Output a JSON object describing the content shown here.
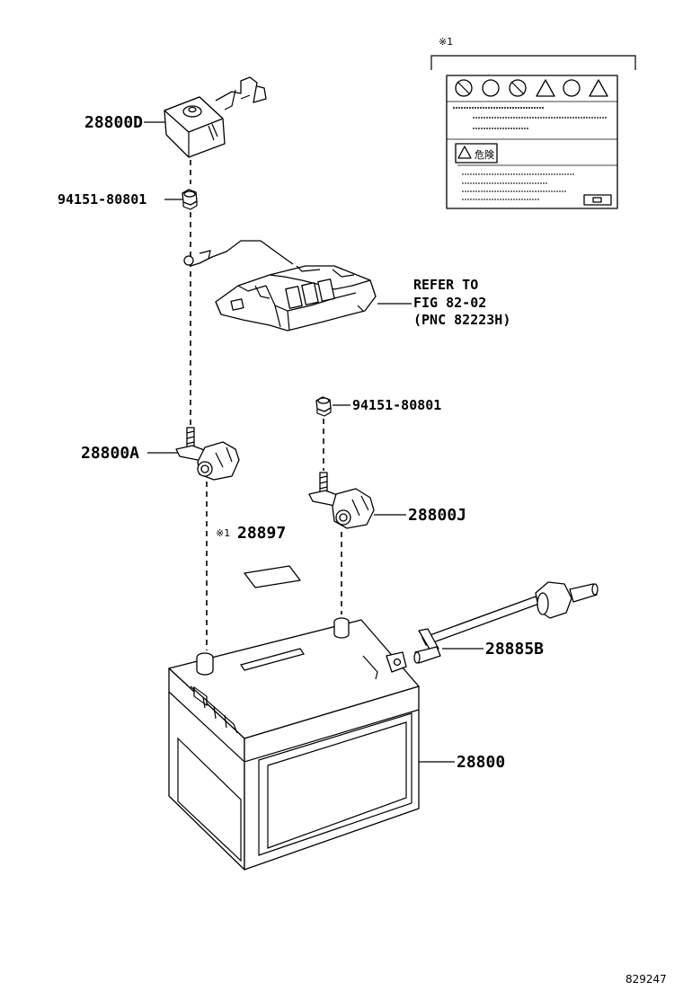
{
  "labels": {
    "p28800D": "28800D",
    "nut_top": "94151-80801",
    "refer_line1": "REFER TO",
    "refer_line2": "FIG 82-02",
    "refer_line3": "(PNC 82223H)",
    "nut_mid": "94151-80801",
    "p28800A": "28800A",
    "p28800J": "28800J",
    "note_mark": "※1",
    "p28897": "28897",
    "p28885B": "28885B",
    "p28800": "28800",
    "label_note_mark": "※1",
    "warning_text": "危険",
    "figure_id": "829247"
  }
}
